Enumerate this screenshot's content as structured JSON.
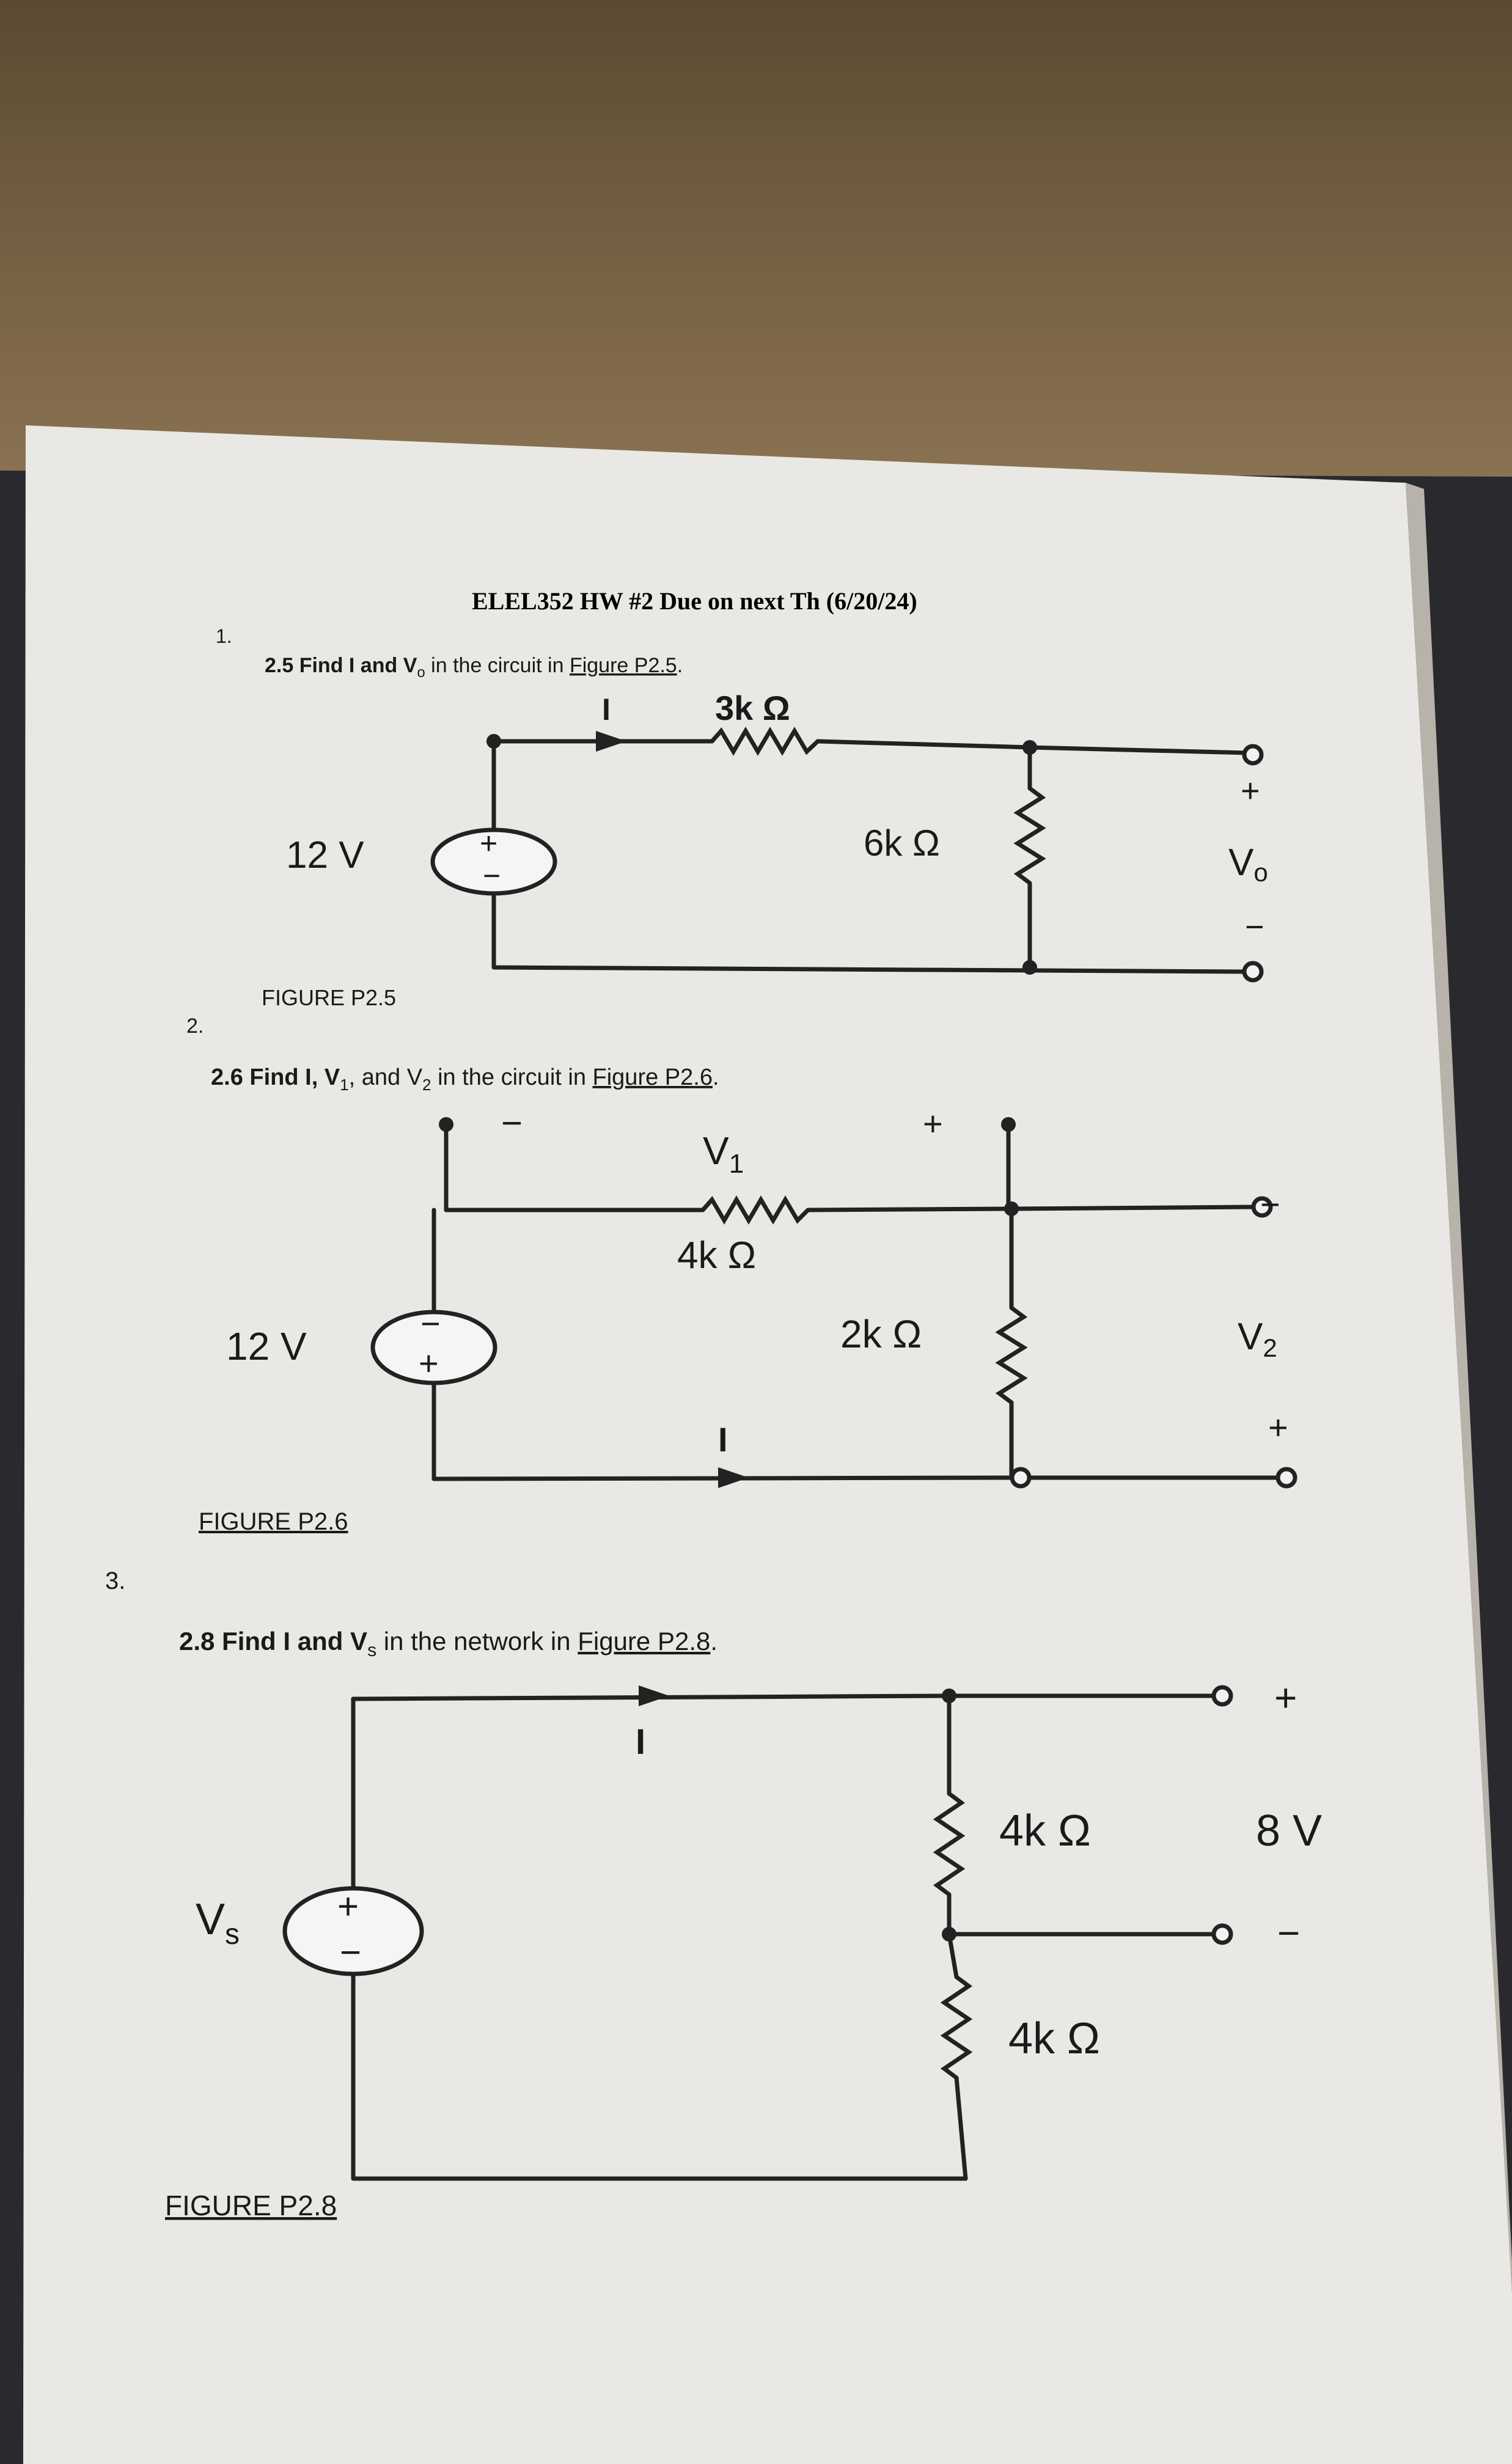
{
  "header": {
    "title": "ELEL352 HW #2 Due on next Th (6/20/24)"
  },
  "list_numbers": [
    "1.",
    "2.",
    "3."
  ],
  "problem1": {
    "prompt_prefix": "2.5 Find I and V",
    "prompt_sub": "o",
    "prompt_mid": " in the circuit in ",
    "prompt_link": "Figure P2.5",
    "prompt_end": ".",
    "current_label": "I",
    "resistor_top": "3k Ω",
    "resistor_shunt": "6k Ω",
    "source": "12 V",
    "plus": "+",
    "minus": "−",
    "vout_main": "V",
    "vout_sub": "o",
    "figure_caption": "FIGURE P2.5"
  },
  "problem2": {
    "prompt_a": "2.6 Find I, V",
    "prompt_sub1": "1",
    "prompt_b": ", and V",
    "prompt_sub2": "2",
    "prompt_c": " in the circuit in ",
    "prompt_link": "Figure P2.6",
    "prompt_end": ".",
    "v1_main": "V",
    "v1_sub": "1",
    "resistor_top": "4k Ω",
    "resistor_shunt": "2k Ω",
    "source": "12 V",
    "current_label": "I",
    "v2_main": "V",
    "v2_sub": "2",
    "plus": "+",
    "minus": "−",
    "figure_caption": "FIGURE P2.6"
  },
  "problem3": {
    "prompt_a": "2.8 Find I and V",
    "prompt_sub": "s",
    "prompt_b": " in the network in ",
    "prompt_link": "Figure P2.8",
    "prompt_end": ".",
    "current_label": "I",
    "resistor_upper": "4k Ω",
    "resistor_lower": "4k Ω",
    "vout_value": "8 V",
    "source_main": "V",
    "source_sub": "s",
    "plus": "+",
    "minus": "−",
    "figure_caption": "FIGURE P2.8"
  }
}
